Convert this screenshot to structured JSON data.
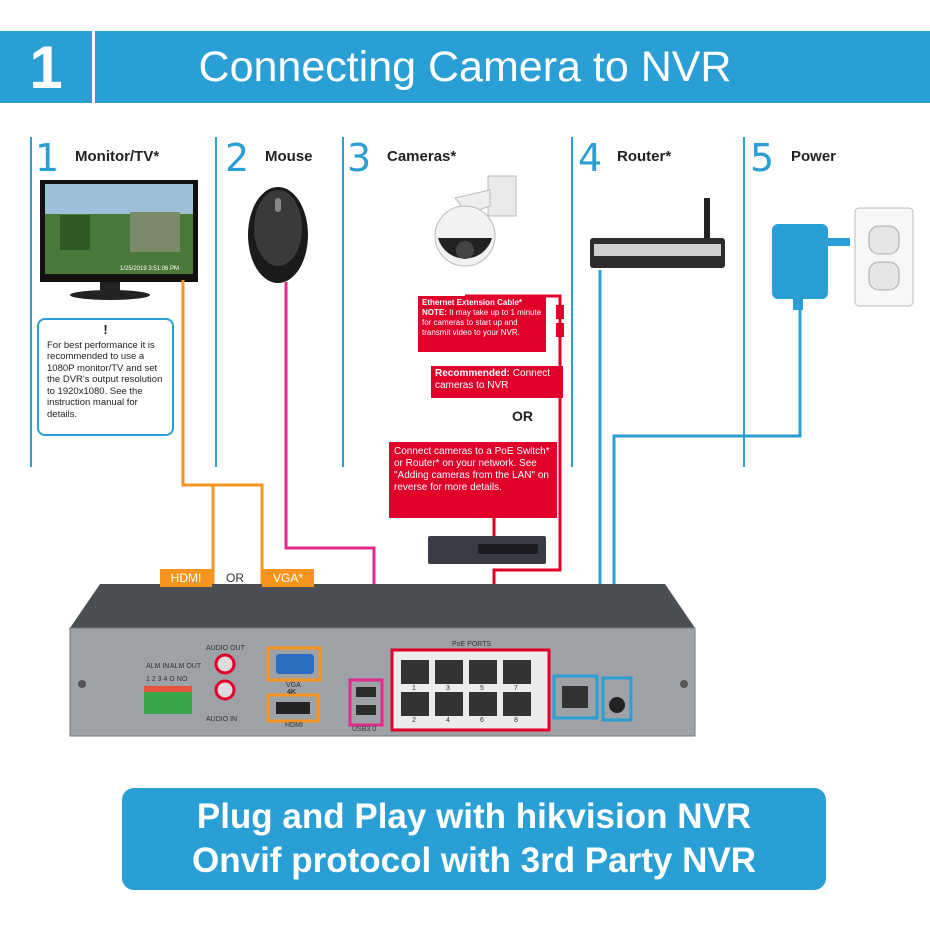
{
  "header": {
    "number": "1",
    "title": "Connecting Camera to NVR"
  },
  "steps": [
    {
      "num": "1",
      "label": "Monitor/TV*"
    },
    {
      "num": "2",
      "label": "Mouse"
    },
    {
      "num": "3",
      "label": "Cameras*"
    },
    {
      "num": "4",
      "label": "Router*"
    },
    {
      "num": "5",
      "label": "Power"
    }
  ],
  "note": {
    "mark": "!",
    "text": "For best performance it is recommended to use a 1080P monitor/TV and set the DVR's output resolution to 1920x1080. See the instruction manual for details."
  },
  "monitor_caption": "1/25/2019 3:51:06 PM",
  "camera_notes": {
    "cable_title": "Ethernet Extension Cable*",
    "note_label": "NOTE:",
    "note_text": "It may take up to 1 minute for cameras to start up and transmit video to your NVR.",
    "recommended_label": "Recommended:",
    "recommended_text": "Connect cameras to NVR",
    "or_text": "OR",
    "poe_text": "Connect cameras to a PoE Switch* or Router* on your network. See \"Adding cameras from the LAN\" on reverse for more details."
  },
  "output_tags": {
    "hdmi": "HDMI",
    "or": "OR",
    "vga": "VGA*"
  },
  "nvr_labels": {
    "alm_in": "ALM IN",
    "alm_out": "ALM OUT",
    "alm_pins": "1 2 3 4 G NO",
    "audio_out": "AUDIO OUT",
    "audio_in": "AUDIO IN",
    "vga": "VGA",
    "k4": "4K",
    "hdmi": "HDMI",
    "usb": "USB3.0",
    "poe_ports": "PoE PORTS",
    "port_numbers": [
      "1",
      "2",
      "3",
      "4",
      "5",
      "6",
      "7",
      "8"
    ]
  },
  "banner": {
    "line1": "Plug and Play with hikvision NVR",
    "line2": "Onvif protocol with 3rd Party NVR"
  },
  "colors": {
    "brand_blue": "#2a9fd6",
    "hdmi_cable": "#f7941d",
    "mouse_cable": "#e02b8a",
    "camera_cable": "#e0002a",
    "note_red": "#e0002a"
  }
}
